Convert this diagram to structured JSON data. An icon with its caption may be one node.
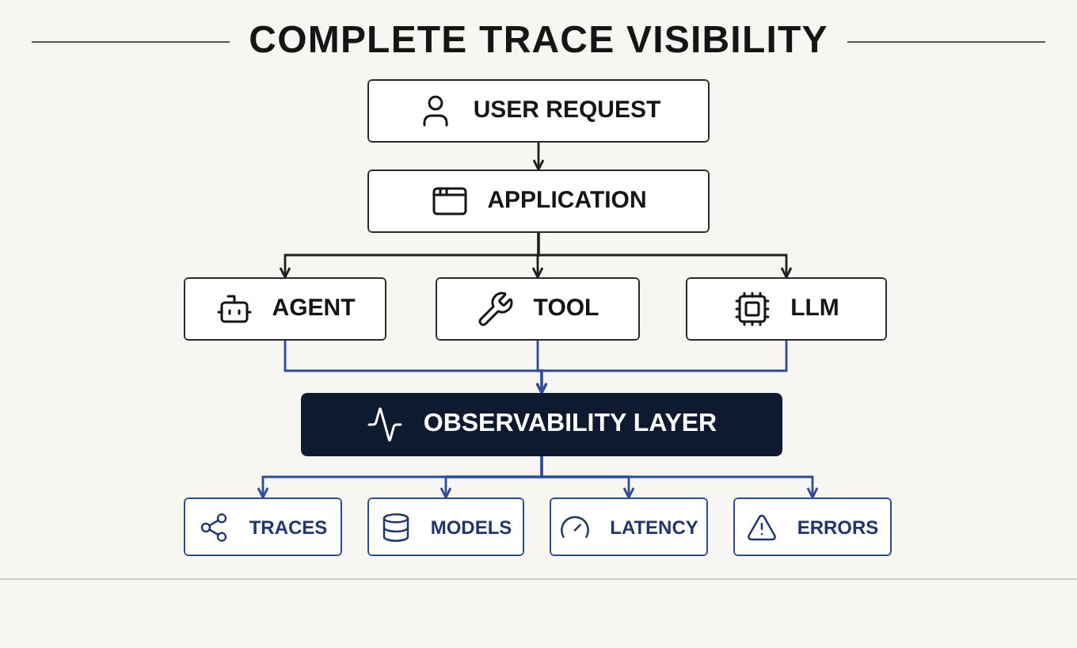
{
  "diagram": {
    "title": "COMPLETE TRACE VISIBILITY",
    "nodes": [
      {
        "text": [
          "USER REQUEST"
        ]
      },
      {
        "text": [
          "APPLICATION"
        ]
      },
      {
        "text": [
          "AGENT"
        ]
      },
      {
        "text": [
          "TOOL"
        ]
      },
      {
        "text": [
          "LLM"
        ]
      },
      {
        "text": [
          "OBSERVABILITY LAYER"
        ]
      },
      {
        "text": [
          "TRACES"
        ]
      },
      {
        "text": [
          "MODELS"
        ]
      },
      {
        "text": [
          "LATENCY"
        ]
      },
      {
        "text": [
          "ERRORS"
        ]
      }
    ],
    "edges": [
      {
        "from": 0,
        "to": 1,
        "arrow": "to",
        "color": "#1f1f1f"
      },
      {
        "from": 1,
        "to": 2,
        "arrow": "to",
        "color": "#1f1f1f"
      },
      {
        "from": 1,
        "to": 3,
        "arrow": "to",
        "color": "#1f1f1f"
      },
      {
        "from": 1,
        "to": 4,
        "arrow": "to",
        "color": "#1f1f1f"
      },
      {
        "from": 2,
        "to": 5,
        "arrow": "to"
      },
      {
        "from": 3,
        "to": 5,
        "arrow": "to"
      },
      {
        "from": 4,
        "to": 5,
        "arrow": "to"
      },
      {
        "from": 5,
        "to": 6,
        "arrow": "to"
      },
      {
        "from": 5,
        "to": 7,
        "arrow": "to"
      },
      {
        "from": 5,
        "to": 8,
        "arrow": "to"
      },
      {
        "from": 5,
        "to": 9,
        "arrow": "to"
      }
    ]
  }
}
